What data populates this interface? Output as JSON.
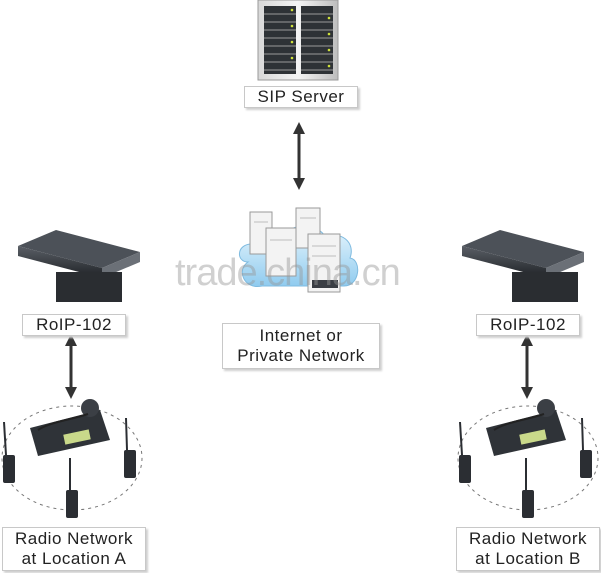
{
  "diagram": {
    "sip_server_label": "SIP Server",
    "network_label_line1": "Internet or",
    "network_label_line2": "Private Network",
    "roip_left_label": "RoIP-102",
    "roip_right_label": "RoIP-102",
    "radio_a_line1": "Radio Network",
    "radio_a_line2": "at Location A",
    "radio_b_line1": "Radio Network",
    "radio_b_line2": "at Location B",
    "watermark": "trade.china.cn"
  },
  "colors": {
    "arrow": "#333333",
    "cloud": "#9fd3f0",
    "device": "#3a3e44",
    "server": "#555a60"
  },
  "icons": [
    "server-rack-icon",
    "cloud-network-icon",
    "roip-device-icon",
    "base-radio-icon",
    "handheld-radio-icon"
  ]
}
